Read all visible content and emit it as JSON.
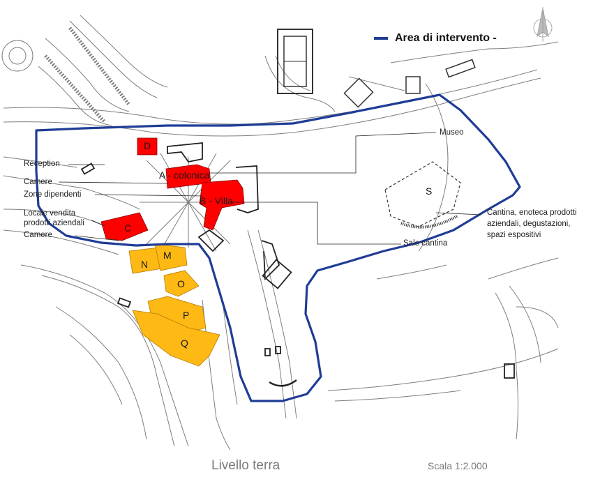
{
  "legend": {
    "label": "Area di intervento -",
    "color": "#1f3c96"
  },
  "colors": {
    "red": "#ff0000",
    "orange": "#ffb914",
    "line": "#6b6b6b",
    "boundary": "#1f3c96"
  },
  "labels": {
    "reception": "Reception",
    "camere_top": "Camere",
    "zone_dipendenti": "Zone dipendenti",
    "locale_vendita_1": "Locale vendita",
    "locale_vendita_2": "prodotti aziendali",
    "camere_bottom": "Camere",
    "museo": "Museo",
    "sale_cantina": "Sale  cantina",
    "cantina_1": "Cantina, enoteca prodotti",
    "cantina_2": "aziendali, degustazioni,",
    "cantina_3": "spazi espositivi"
  },
  "buildings": {
    "A": "A - colonica",
    "B": "B - Villa",
    "C": "C",
    "D": "D",
    "N": "N",
    "M": "M",
    "O": "O",
    "P": "P",
    "Q": "Q",
    "S": "S"
  },
  "footer": {
    "level": "Livello terra",
    "scale": "Scala 1:2.000"
  },
  "icons": {
    "north": "north-arrow-icon"
  }
}
